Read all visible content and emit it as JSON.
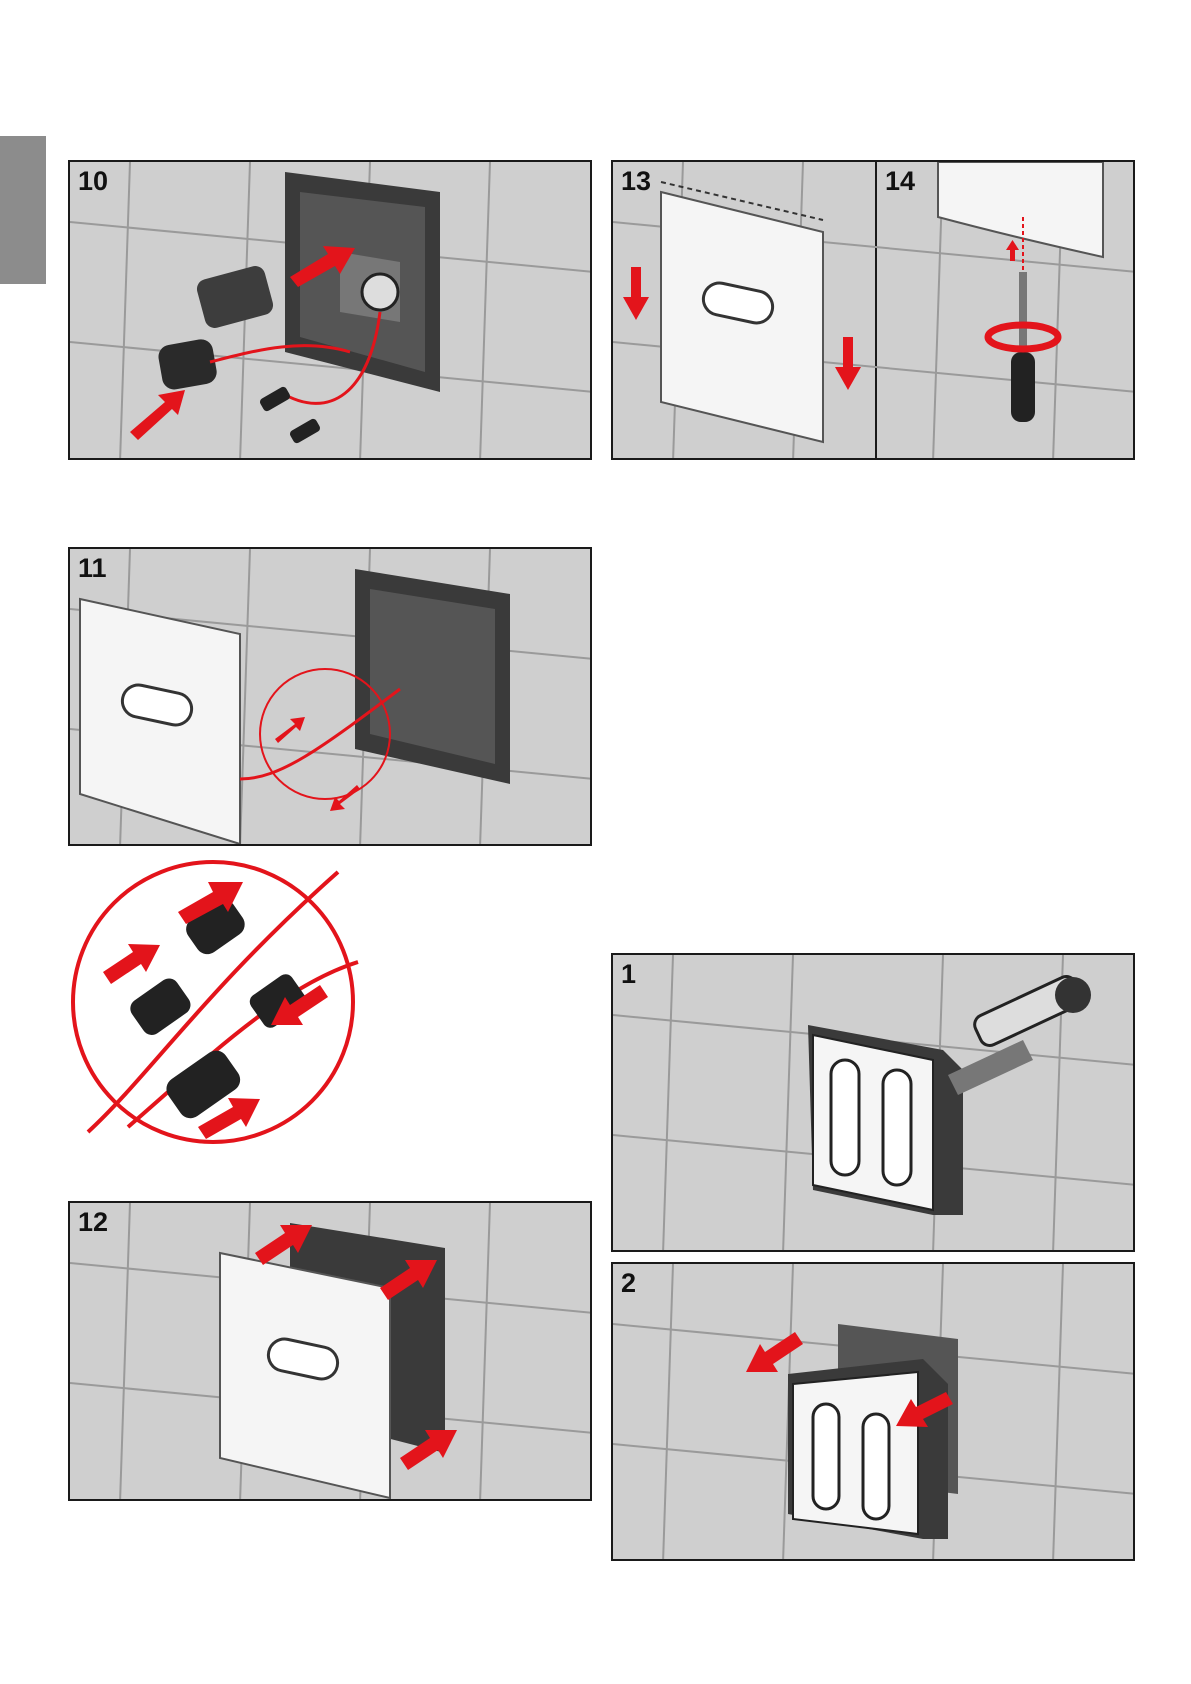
{
  "page": {
    "side_tab_color": "#8c8c8c"
  },
  "colors": {
    "accent": "#e3141b",
    "wall": "#cfcfcf",
    "frame": "#3a3a3a",
    "cover": "#f5f5f5"
  },
  "panels": {
    "p10": {
      "step": "10"
    },
    "p13": {
      "step": "13"
    },
    "p14": {
      "step": "14"
    },
    "p11": {
      "step": "11"
    },
    "p12": {
      "step": "12"
    },
    "p1": {
      "step": "1"
    },
    "p2": {
      "step": "2"
    }
  },
  "icons": [
    "arrow-icon",
    "rotate-icon",
    "screwdriver-icon",
    "cutter-knife-icon"
  ]
}
